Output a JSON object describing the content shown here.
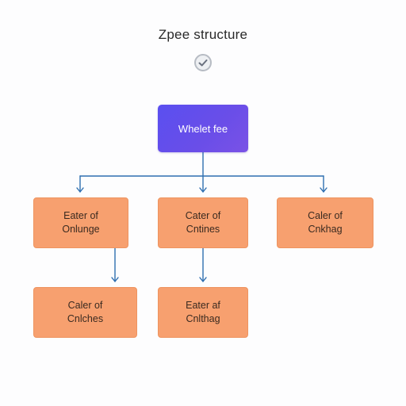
{
  "title": "Zpee structure",
  "icons": {
    "badge": "check-circle-icon"
  },
  "colors": {
    "root_fill": "#5a4ff0",
    "child_fill": "#f7a06f",
    "connector": "#2f6fb0"
  },
  "root": {
    "label": "Whelet fee"
  },
  "children": [
    {
      "line1": "Eater of",
      "line2": "Onlunge"
    },
    {
      "line1": "Cater of",
      "line2": "Cntines"
    },
    {
      "line1": "Caler of",
      "line2": "Cnkhag"
    },
    {
      "line1": "Caler of",
      "line2": "Cnlches"
    },
    {
      "line1": "Eater af",
      "line2": "Cnlthag"
    }
  ]
}
